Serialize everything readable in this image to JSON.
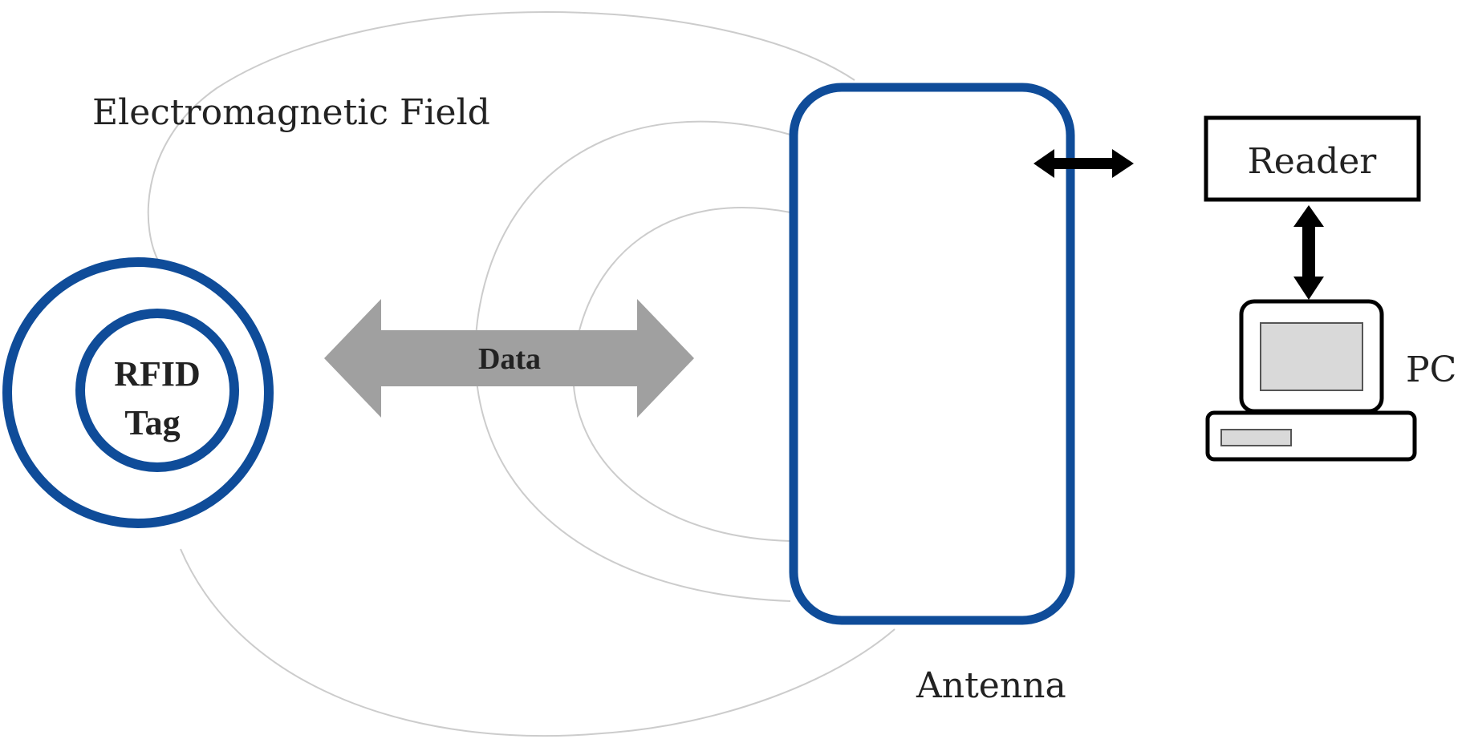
{
  "labels": {
    "field": "Electromagnetic Field",
    "tag_line1": "RFID",
    "tag_line2": "Tag",
    "data": "Data",
    "reader": "Reader",
    "pc": "PC",
    "antenna": "Antenna"
  },
  "colors": {
    "antenna_stroke": "#0f4c99",
    "tag_stroke": "#0f4c99",
    "field_lines": "#cccccc",
    "data_arrow": "#a0a0a0",
    "link_arrow": "#000000",
    "screen_fill": "#d9d9d9"
  }
}
